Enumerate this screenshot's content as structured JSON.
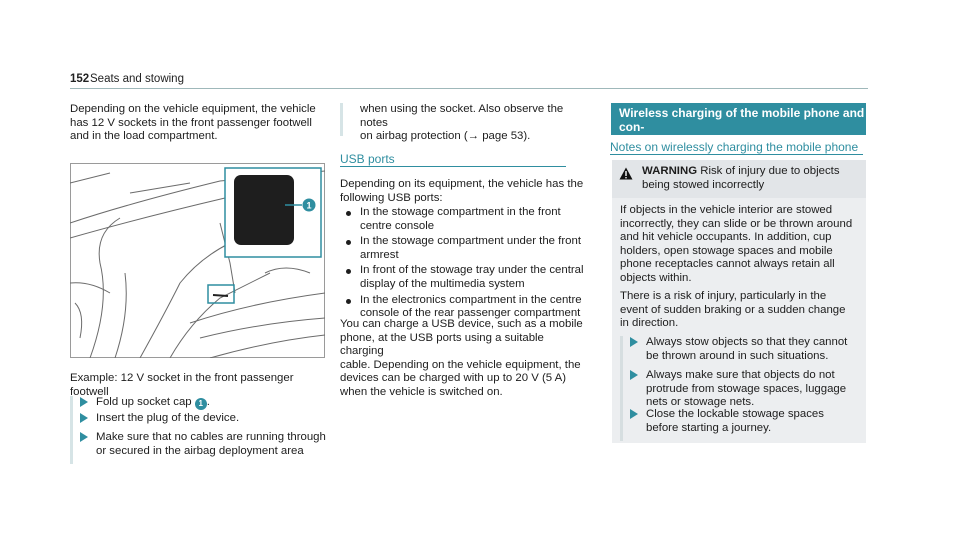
{
  "header": {
    "page_number": "152",
    "section": "Seats and stowing"
  },
  "col1": {
    "intro": [
      "Depending on the vehicle equipment, the vehicle",
      "has 12 V sockets in the front passenger footwell",
      "and in the load compartment."
    ],
    "caption": "Example: 12 V socket in the front passenger footwell",
    "callout_label": "1",
    "step1": "Fold up socket cap",
    "step1_end": ".",
    "step2": "Insert the plug of the device.",
    "step3": [
      "Make sure that no cables are running through",
      "or secured in the airbag deployment area"
    ]
  },
  "col2": {
    "cont": [
      "when using the socket. Also observe the notes",
      "on airbag protection (→ page 53)."
    ],
    "usb_heading": "USB ports",
    "usb_intro": [
      "Depending on its equipment, the vehicle has the",
      "following USB ports:"
    ],
    "usb_items": [
      [
        "In the stowage compartment in the front",
        "centre console"
      ],
      [
        "In the stowage compartment under the front",
        "armrest"
      ],
      [
        "In front of the stowage tray under the central",
        "display of the multimedia system"
      ],
      [
        "In the electronics compartment in the centre",
        "console of the rear passenger compartment"
      ]
    ],
    "usb_outro": [
      "You can charge a USB device, such as a mobile",
      "phone, at the USB ports using a suitable charging",
      "cable. Depending on the vehicle equipment, the",
      "devices can be charged with up to 20 V (5 A)",
      "when the vehicle is switched on."
    ]
  },
  "col3": {
    "box_title": [
      "Wireless charging of the mobile phone and con-",
      "nection with the exterior aerial"
    ],
    "notes_heading": "Notes on wirelessly charging the mobile phone",
    "warning_label": "WARNING",
    "warning_title": [
      "Risk of injury due to objects",
      "being stowed incorrectly"
    ],
    "warning_p1": [
      "If objects in the vehicle interior are stowed",
      "incorrectly, they can slide or be thrown around",
      "and hit vehicle occupants. In addition, cup",
      "holders, open stowage spaces and mobile",
      "phone receptacles cannot always retain all",
      "objects within."
    ],
    "warning_p2": [
      "There is a risk of injury, particularly in the",
      "event of sudden braking or a sudden change",
      "in direction."
    ],
    "steps": [
      [
        "Always stow objects so that they cannot",
        "be thrown around in such situations."
      ],
      [
        "Always make sure that objects do not",
        "protrude from stowage spaces, luggage",
        "nets or stowage nets."
      ],
      [
        "Close the lockable stowage spaces",
        "before starting a journey."
      ]
    ]
  },
  "colors": {
    "accent": "#2f8ea0",
    "warn_bg": "#eceef0"
  }
}
